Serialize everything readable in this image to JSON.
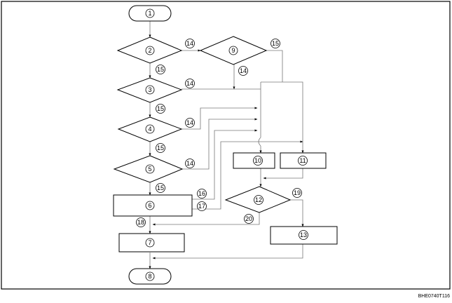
{
  "nodes": {
    "n1": "1",
    "n2": "2",
    "n3": "3",
    "n4": "4",
    "n5": "5",
    "n6": "6",
    "n7": "7",
    "n8": "8",
    "n9": "9",
    "n10": "10",
    "n11": "11",
    "n12": "12",
    "n13": "13"
  },
  "edge_labels": {
    "yes": "14",
    "no": "15",
    "l16": "16",
    "l17": "17",
    "l18": "18",
    "l19": "19",
    "l20": "20"
  },
  "image_code": "BHE0740T116"
}
